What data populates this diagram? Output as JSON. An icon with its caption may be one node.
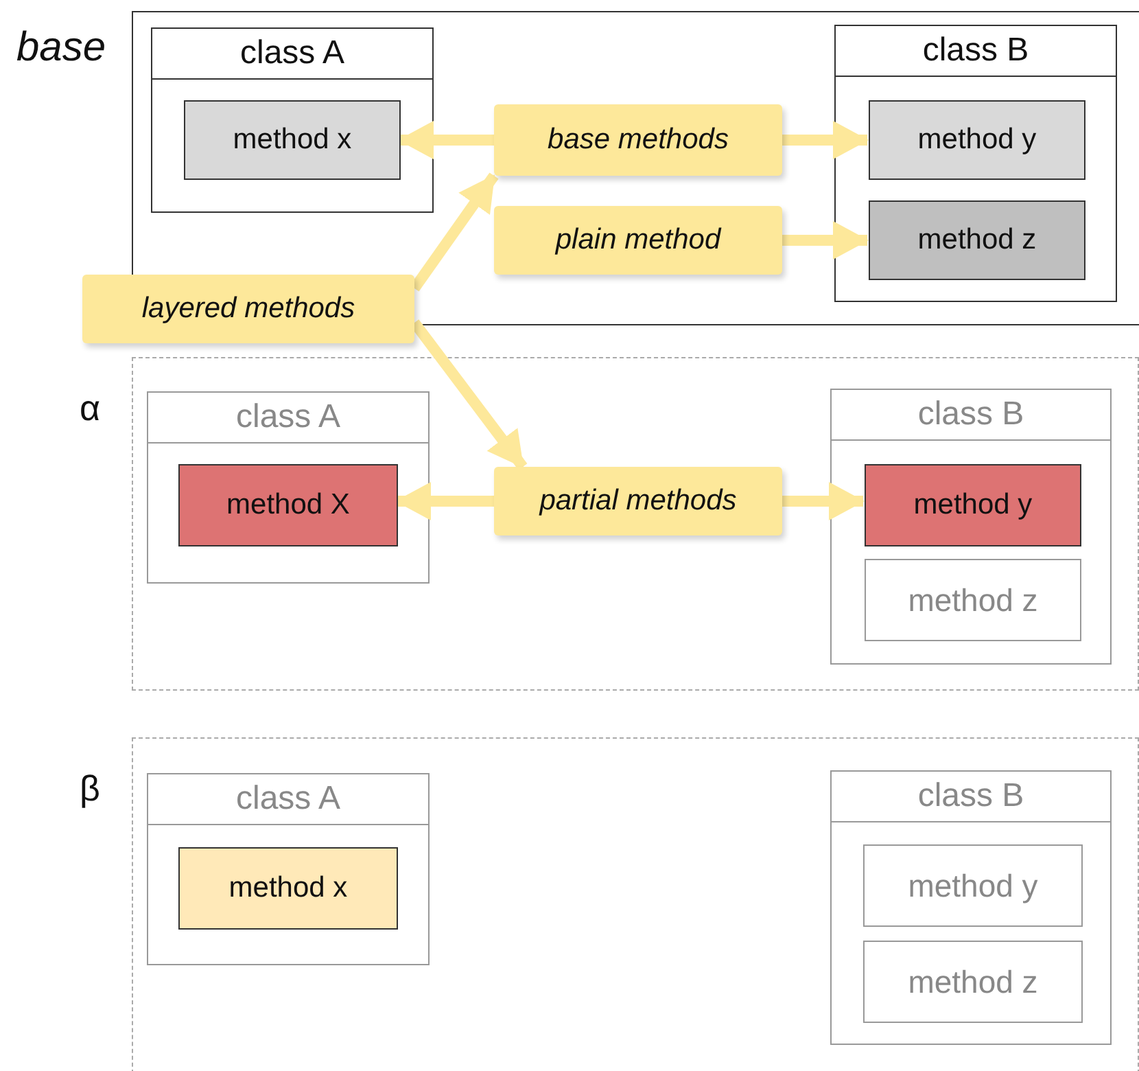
{
  "diagram": {
    "nodes": [
      {
        "text": [
          "base"
        ]
      },
      {
        "text": [
          "class A"
        ],
        "in": 0
      },
      {
        "text": [
          "method x"
        ],
        "in": 1
      },
      {
        "text": [
          "class B"
        ],
        "in": 0
      },
      {
        "text": [
          "method y"
        ],
        "in": 3
      },
      {
        "text": [
          "method z"
        ],
        "in": 3
      },
      {
        "text": [
          "base methods"
        ],
        "in": 0
      },
      {
        "text": [
          "plain method"
        ],
        "in": 0
      },
      {
        "text": [
          "layered methods"
        ]
      },
      {
        "text": [
          "α"
        ]
      },
      {
        "text": [
          "class A"
        ],
        "in": 9
      },
      {
        "text": [
          "method X"
        ],
        "in": 10
      },
      {
        "text": [
          "class B"
        ],
        "in": 9
      },
      {
        "text": [
          "method y"
        ],
        "in": 12
      },
      {
        "text": [
          "method z"
        ],
        "in": 12
      },
      {
        "text": [
          "partial methods"
        ],
        "in": 9
      },
      {
        "text": [
          "β"
        ]
      },
      {
        "text": [
          "class A"
        ],
        "in": 16
      },
      {
        "text": [
          "method x"
        ],
        "in": 17
      },
      {
        "text": [
          "class B"
        ],
        "in": 16
      },
      {
        "text": [
          "method y"
        ],
        "in": 19
      },
      {
        "text": [
          "method z"
        ],
        "in": 19
      }
    ],
    "edges": [
      {
        "from": 6,
        "to": 2,
        "arrow": "to"
      },
      {
        "from": 6,
        "to": 4,
        "arrow": "to"
      },
      {
        "from": 7,
        "to": 5,
        "arrow": "to"
      },
      {
        "from": 8,
        "to": 6,
        "arrow": "to"
      },
      {
        "from": 8,
        "to": 15,
        "arrow": "to"
      },
      {
        "from": 15,
        "to": 11,
        "arrow": "to"
      },
      {
        "from": 15,
        "to": 13,
        "arrow": "to"
      }
    ]
  }
}
